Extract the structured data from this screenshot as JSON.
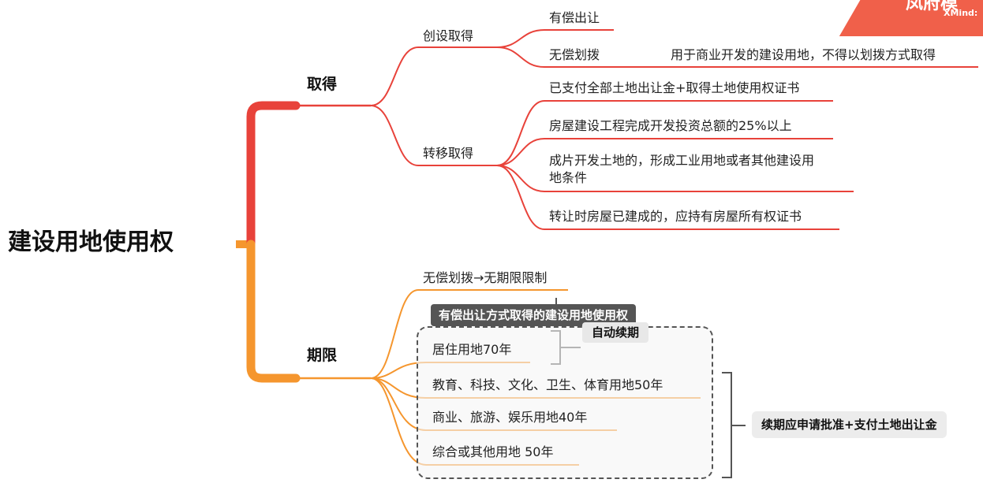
{
  "root": {
    "label": "建设用地使用权"
  },
  "branches": {
    "acquire": {
      "label": "取得",
      "creation": {
        "label": "创设取得",
        "items": [
          "有偿出让",
          "无偿划拨"
        ],
        "note": "用于商业开发的建设用地，不得以划拨方式取得"
      },
      "transfer": {
        "label": "转移取得",
        "items": [
          "已支付全部土地出让金+取得土地使用权证书",
          "房屋建设工程完成开发投资总额的25%以上",
          "成片开发土地的，形成工业用地或者其他建设用",
          "地条件",
          "转让时房屋已建成的，应持有房屋所有权证书"
        ]
      }
    },
    "term": {
      "label": "期限",
      "items": [
        "无偿划拨→无期限限制",
        "居住用地70年",
        "教育、科技、文化、卫生、体育用地50年",
        "商业、旅游、娱乐用地40年",
        "综合或其他用地 50年"
      ],
      "boundary_label": "有偿出让方式取得的建设用地使用权",
      "auto_renew": "自动续期",
      "renew_summary": "续期应申请批准+支付土地出让金"
    }
  },
  "watermark": {
    "line1": "凤府模",
    "line2": "XMind:"
  },
  "colors": {
    "acquire": "#e8423a",
    "term": "#f5962e",
    "boundary": "#555555",
    "watermark": "#f0604a"
  }
}
